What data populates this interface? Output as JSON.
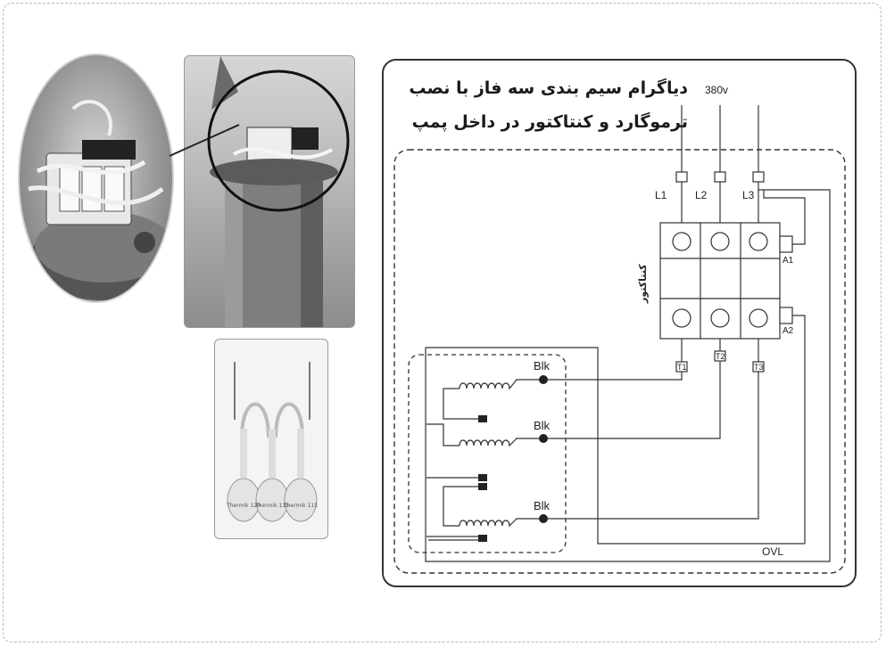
{
  "diagram": {
    "title_line1": "دیاگرام سیم بندی سه فاز با نصب",
    "title_line2": "ترموگارد و کنتاکتور  در داخل پمپ",
    "voltage": "380v",
    "phases": [
      "L1",
      "L2",
      "L3"
    ],
    "contactor_label": "کنتاکتور",
    "coil_terminals": [
      "A1",
      "A2"
    ],
    "outputs": [
      "T1",
      "T2",
      "T3"
    ],
    "winding_labels": [
      "Blk",
      "Blk",
      "Blk"
    ],
    "overload_label": "OVL"
  },
  "thermal_protector_labels": [
    "Thermik 120",
    "Thermik 115",
    "Thermik 115"
  ]
}
